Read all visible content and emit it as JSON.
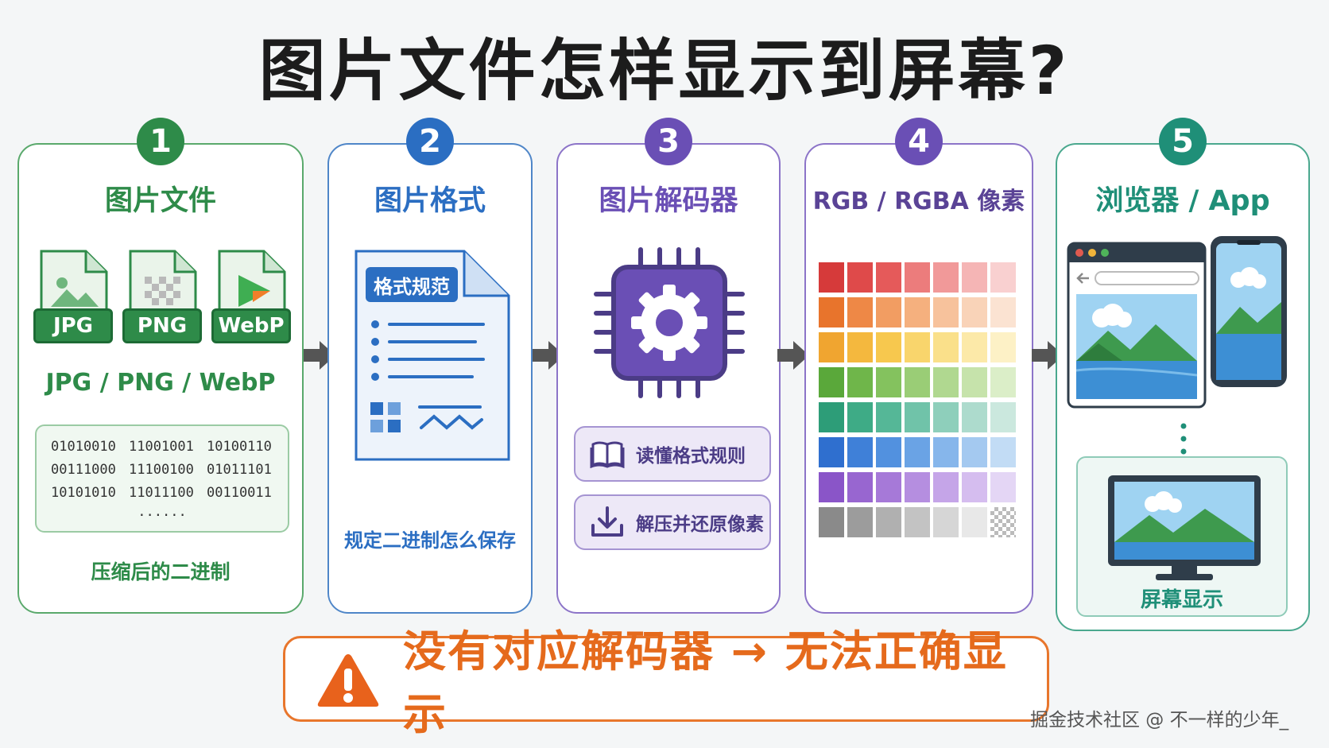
{
  "title": "图片文件怎样显示到屏幕?",
  "cards": [
    {
      "number": "1",
      "title": "图片文件",
      "color": "#2e8b49"
    },
    {
      "number": "2",
      "title": "图片格式",
      "color": "#2b6ec2"
    },
    {
      "number": "3",
      "title": "图片解码器",
      "color": "#6a4fb5"
    },
    {
      "number": "4",
      "title": "RGB / RGBA 像素",
      "color": "#6a4fb5"
    },
    {
      "number": "5",
      "title": "浏览器 / App",
      "color": "#2e8b49"
    }
  ],
  "step1": {
    "file_types": [
      "JPG",
      "PNG",
      "WebP"
    ],
    "formats_label": "JPG / PNG / WebP",
    "binary_rows": [
      [
        "01010010",
        "11001001",
        "10100110"
      ],
      [
        "00111000",
        "11100100",
        "01011101"
      ],
      [
        "10101010",
        "11011100",
        "00110011"
      ]
    ],
    "binary_ellipsis": "......",
    "caption": "压缩后的二进制"
  },
  "step2": {
    "doc_header": "格式规范",
    "caption": "规定二进制怎么保存"
  },
  "step3": {
    "icon": "gear-chip-icon",
    "actions": [
      {
        "icon": "book-icon",
        "label": "读懂格式规则"
      },
      {
        "icon": "download-icon",
        "label": "解压并还原像素"
      }
    ]
  },
  "step4": {
    "palette_rows": [
      [
        "#d63a3a",
        "#df4a4a",
        "#e55a5a",
        "#ec7c7c",
        "#f19999",
        "#f5b5b5",
        "#f9d0d0"
      ],
      [
        "#e8742c",
        "#ee8846",
        "#f29d62",
        "#f5b07e",
        "#f7c29c",
        "#f9d3b8",
        "#fbe3d2"
      ],
      [
        "#f0a530",
        "#f4b83e",
        "#f7c84e",
        "#f9d56c",
        "#fae08a",
        "#fce9a8",
        "#fdf1c6"
      ],
      [
        "#5aa83a",
        "#6fb64a",
        "#84c25e",
        "#9acd76",
        "#b0d890",
        "#c6e3ab",
        "#dbeec8"
      ],
      [
        "#2d9d78",
        "#3eab86",
        "#55b797",
        "#70c3a9",
        "#8ecfbb",
        "#addbcd",
        "#cbe8de"
      ],
      [
        "#2f6fcf",
        "#3f80d8",
        "#5291df",
        "#6aa3e5",
        "#86b6eb",
        "#a4c9f0",
        "#c2dcf5"
      ],
      [
        "#8a55c8",
        "#9866d0",
        "#a679d8",
        "#b58ee0",
        "#c5a5e8",
        "#d5bdef",
        "#e4d6f5"
      ],
      [
        "#8a8a8a",
        "#9c9c9c",
        "#b0b0b0",
        "#c3c3c3",
        "#d6d6d6",
        "#e8e8e8",
        "checker"
      ]
    ]
  },
  "step5": {
    "screen_label": "屏幕显示"
  },
  "warning": {
    "icon": "warning-icon",
    "text": "没有对应解码器 → 无法正确显示"
  },
  "watermark": "掘金技术社区 @ 不一样的少年_"
}
